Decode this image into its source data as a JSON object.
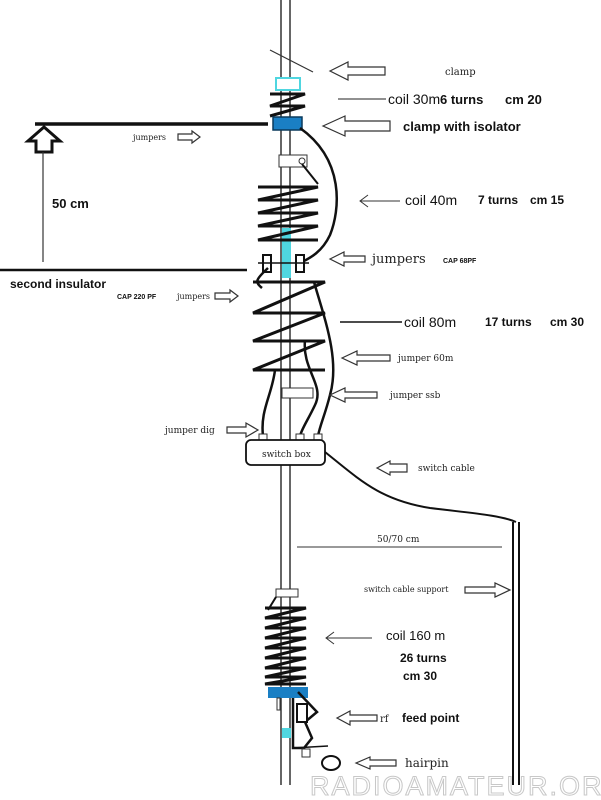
{
  "labels": {
    "clamp": "clamp",
    "coil_30m": "coil 30m",
    "coil_30m_turns": "6 turns",
    "coil_30m_len": "cm 20",
    "clamp_isolator": "clamp with isolator",
    "jumpers_top": "jumpers",
    "height": "50 cm",
    "coil_40m": "coil 40m",
    "coil_40m_turns": "7 turns",
    "coil_40m_len": "cm 15",
    "jumpers_mid": "jumpers",
    "cap_68": "CAP 68PF",
    "second_insulator": "second insulator",
    "cap_220": "CAP 220 PF",
    "jumpers_left": "jumpers",
    "coil_80m": "coil 80m",
    "coil_80m_turns": "17 turns",
    "coil_80m_len": "cm 30",
    "jumper_60m": "jumper 60m",
    "jumper_ssb": "jumper ssb",
    "jumper_dig": "jumper dig",
    "switch_box": "switch box",
    "switch_cable": "switch cable",
    "distance": "50/70 cm",
    "switch_cable_support": "switch cable support",
    "coil_160m": "coil 160 m",
    "coil_160m_turns": "26 turns",
    "coil_160m_len": "cm 30",
    "rf": "rf",
    "feed_point": "feed point",
    "hairpin": "hairpin",
    "watermark": "RADIOAMATEUR.ORG"
  },
  "colors": {
    "clamp_blue": "#1a7fc4",
    "insulator_cyan": "#4fd6e0"
  }
}
